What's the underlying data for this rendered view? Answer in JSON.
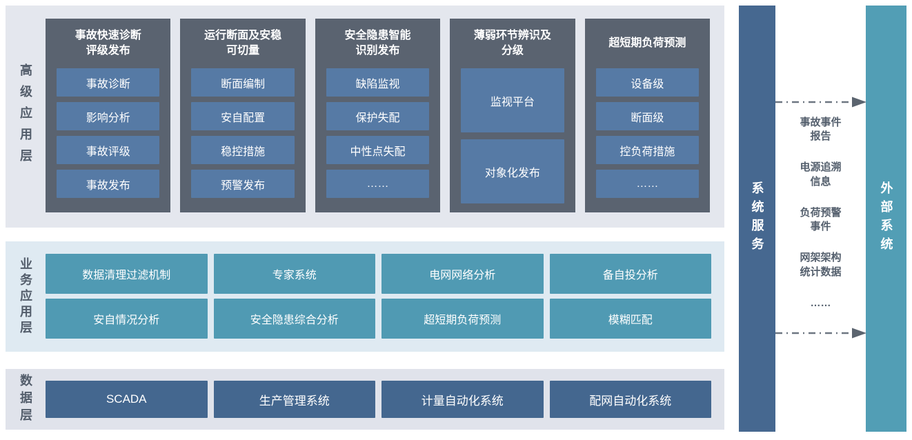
{
  "layers": {
    "advanced": {
      "label": "高级应用层",
      "columns": [
        {
          "title": "事故快速诊断\n评级发布",
          "tall": false,
          "items": [
            "事故诊断",
            "影响分析",
            "事故评级",
            "事故发布"
          ]
        },
        {
          "title": "运行断面及安稳\n可切量",
          "tall": false,
          "items": [
            "断面编制",
            "安自配置",
            "稳控措施",
            "预警发布"
          ]
        },
        {
          "title": "安全隐患智能\n识别发布",
          "tall": false,
          "items": [
            "缺陷监视",
            "保护失配",
            "中性点失配",
            "……"
          ]
        },
        {
          "title": "薄弱环节辨识及\n分级",
          "tall": true,
          "items": [
            "监视平台",
            "对象化发布"
          ]
        },
        {
          "title": "超短期负荷预测",
          "tall": false,
          "items": [
            "设备级",
            "断面级",
            "控负荷措施",
            "……"
          ]
        }
      ]
    },
    "business": {
      "label": "业务应用层",
      "cells": [
        "数据清理过滤机制",
        "专家系统",
        "电网网络分析",
        "备自投分析",
        "安自情况分析",
        "安全隐患综合分析",
        "超短期负荷预测",
        "模糊匹配"
      ]
    },
    "data": {
      "label": "数据层",
      "cells": [
        "SCADA",
        "生产管理系统",
        "计量自动化系统",
        "配网自动化系统"
      ]
    }
  },
  "right": {
    "system_service_label": "系统服务",
    "external_system_label": "外部系统",
    "exchanges": [
      "事故事件\n报告",
      "电源追溯\n信息",
      "负荷预警\n事件",
      "网架架构\n统计数据",
      "……"
    ]
  },
  "colors": {
    "band_top_bg": "#e4e7ee",
    "band_mid_bg": "#dfeaf2",
    "band_bottom_bg": "#e0e3eb",
    "column_bg": "#5a6370",
    "chip_blue": "#567aa5",
    "cell_teal": "#509ab3",
    "cell_dark_blue": "#44678f",
    "service_bar": "#466890",
    "external_bar": "#529eb5",
    "label_text": "#535d6b",
    "arrow_gray": "#6d7681"
  }
}
